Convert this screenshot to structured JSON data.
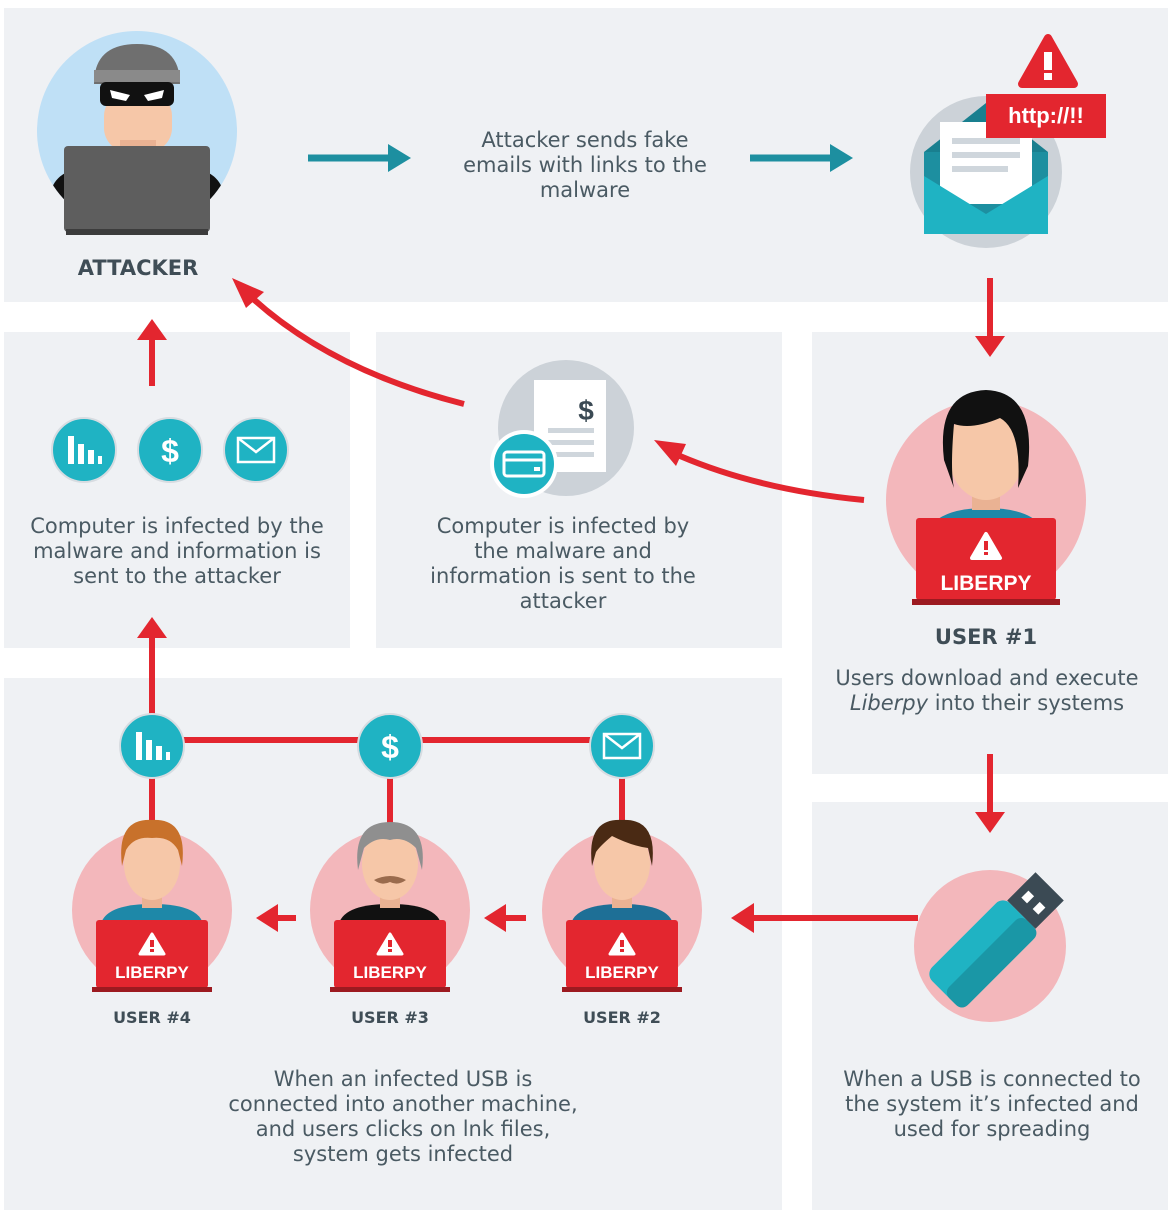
{
  "attacker": {
    "label": "ATTACKER"
  },
  "steps": {
    "send": "Attacker sends fake emails with links to the malware",
    "url_badge": "http://!!",
    "download_a": "Users download and execute",
    "download_italic": "Liberpy",
    "download_b": "into their systems",
    "info_left": "Computer is infected by the malware and information is sent to the attacker",
    "info_mid": "Computer is infected by the malware and information is sent to the attacker",
    "usb_connected": "When a USB is connected to the system it’s infected and used for spreading",
    "usb_spread": "When an infected USB is connected into another machine, and users clicks on lnk files, system gets infected"
  },
  "users": [
    {
      "label": "USER #1",
      "laptop": "LIBERPY"
    },
    {
      "label": "USER #2",
      "laptop": "LIBERPY"
    },
    {
      "label": "USER #3",
      "laptop": "LIBERPY"
    },
    {
      "label": "USER #4",
      "laptop": "LIBERPY"
    }
  ],
  "icons": [
    "chart-icon",
    "dollar-icon",
    "mail-icon",
    "email-envelope-icon",
    "usb-drive-icon",
    "invoice-icon",
    "credit-card-icon",
    "warning-icon"
  ],
  "colors": {
    "panel": "#eff1f4",
    "teal": "#1fb3c3",
    "arrow_teal": "#1d8fa0",
    "red": "#e3262f",
    "pink": "#f3b7bb",
    "skyblue": "#bfe0f6"
  }
}
